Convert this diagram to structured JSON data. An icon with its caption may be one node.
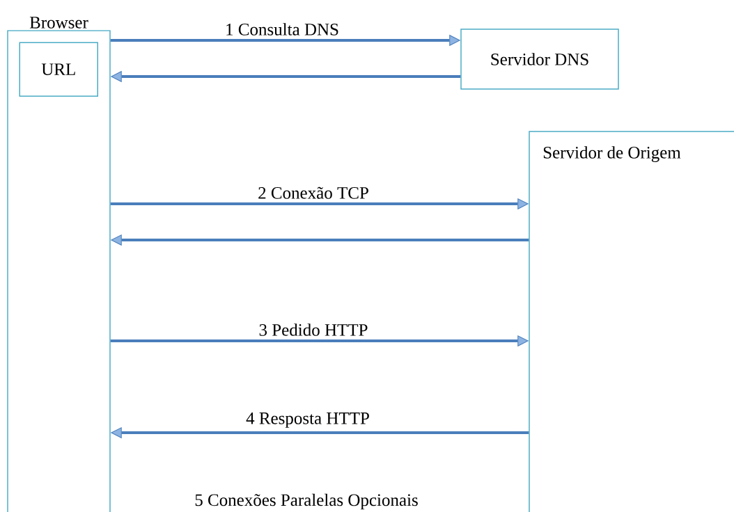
{
  "diagram": {
    "nodes": [
      {
        "text": [
          "Browser"
        ]
      },
      {
        "text": [
          "URL"
        ],
        "in": 0
      },
      {
        "text": [
          "Servidor DNS"
        ]
      },
      {
        "text": [
          "Servidor de Origem"
        ]
      }
    ],
    "edges": [
      {
        "from": 0,
        "to": 2,
        "arrow": "to",
        "label": "1 Consulta DNS"
      },
      {
        "from": 2,
        "to": 0,
        "arrow": "to"
      },
      {
        "from": 0,
        "to": 3,
        "arrow": "to",
        "label": "2 Conexão TCP"
      },
      {
        "from": 3,
        "to": 0,
        "arrow": "to"
      },
      {
        "from": 0,
        "to": 3,
        "arrow": "to",
        "label": "3 Pedido HTTP"
      },
      {
        "from": 3,
        "to": 0,
        "arrow": "to",
        "label": "4 Resposta HTTP"
      }
    ],
    "labels": [
      "5 Conexões Paralelas Opcionais"
    ]
  }
}
